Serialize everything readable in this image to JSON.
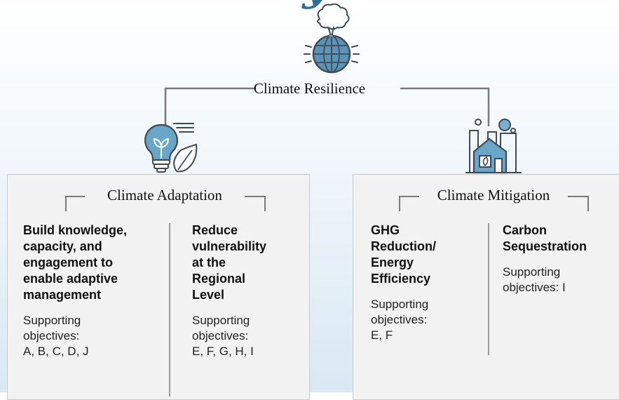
{
  "header": {
    "title_fragment": "y"
  },
  "root": {
    "label": "Climate Resilience"
  },
  "adaptation": {
    "title": "Climate Adaptation",
    "columns": [
      {
        "heading_lines": [
          "Build knowledge,",
          "capacity, and",
          "engagement to",
          "enable adaptive",
          "management"
        ],
        "body_lines": [
          "Supporting",
          "objectives:",
          "A, B, C, D, J"
        ]
      },
      {
        "heading_lines": [
          "Reduce",
          "vulnerability",
          "at the",
          "Regional",
          "Level"
        ],
        "body_lines": [
          "Supporting",
          "objectives:",
          "E, F, G, H, I"
        ]
      }
    ]
  },
  "mitigation": {
    "title": "Climate Mitigation",
    "columns": [
      {
        "heading_lines": [
          "GHG",
          "Reduction/",
          "Energy",
          "Efficiency"
        ],
        "body_lines": [
          "Supporting",
          "objectives:",
          "E, F"
        ]
      },
      {
        "heading_lines": [
          "Carbon",
          "Sequestration"
        ],
        "body_lines": [
          "Supporting",
          "objectives: I"
        ]
      }
    ]
  },
  "icons": [
    "globe-storm-icon",
    "lightbulb-leaf-icon",
    "city-building-icon"
  ],
  "colors": {
    "accent": "#4a87ad",
    "icon_stroke": "#3e4b57",
    "box_fill": "#f2f2f2"
  }
}
